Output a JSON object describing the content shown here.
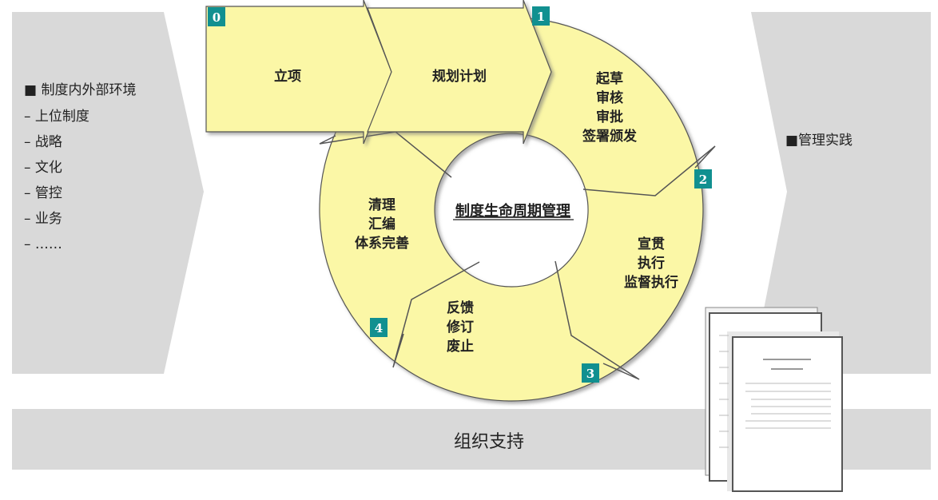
{
  "left_panel": {
    "heading": "■ 制度内外部环境",
    "items": [
      "–   上位制度",
      "–   战略",
      "–   文化",
      "–   管控",
      "–   业务",
      "–   ……"
    ]
  },
  "right_panel": {
    "heading": "■管理实践"
  },
  "bottom_bar": {
    "label": "组织支持"
  },
  "center": {
    "title": "制度生命周期管理"
  },
  "stages": [
    {
      "badge": "0",
      "lines": [
        "立项"
      ]
    },
    {
      "badge": "1",
      "lines": [
        "规划计划"
      ]
    },
    {
      "badge": "2",
      "lines": [
        "起草",
        "审核",
        "审批",
        "签署颁发"
      ]
    },
    {
      "badge": "3",
      "lines": [
        "宣贯",
        "执行",
        "监督执行"
      ]
    },
    {
      "badge": "4",
      "lines": [
        "反馈",
        "修订",
        "废止"
      ]
    },
    {
      "badge": "",
      "lines": [
        "清理",
        "汇编",
        "体系完善"
      ]
    }
  ],
  "colors": {
    "panel": "#d9d9d9",
    "stage": "#fbf7a6",
    "badge": "#119090",
    "outline": "#555555"
  }
}
